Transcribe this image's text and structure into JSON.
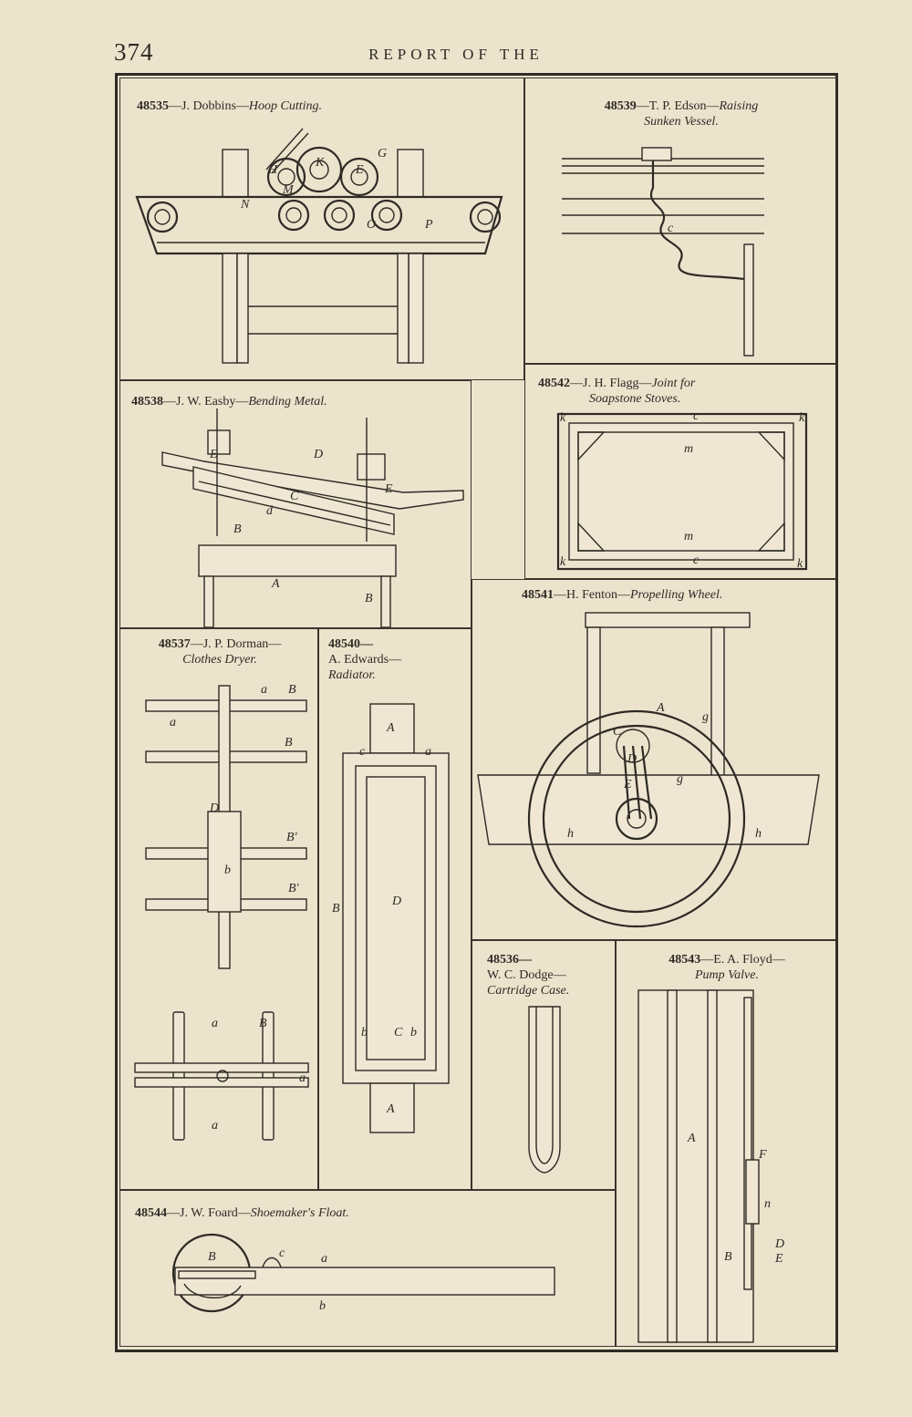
{
  "page": {
    "number": "374",
    "running_head": "REPORT OF THE"
  },
  "figures": [
    {
      "number": "48535",
      "sep": "—",
      "inventor": "J. Dobbins",
      "title": "Hoop Cutting."
    },
    {
      "number": "48539",
      "sep": "—",
      "inventor": "T. P. Edson",
      "title_line1": "Raising",
      "title_line2": "Sunken Vessel."
    },
    {
      "number": "48538",
      "sep": "—",
      "inventor": "J. W. Easby",
      "title": "Bending Metal."
    },
    {
      "number": "48542",
      "sep": "—",
      "inventor": "J. H. Flagg",
      "title_line1": "Joint for",
      "title_line2": "Soapstone Stoves."
    },
    {
      "number": "48541",
      "sep": "—",
      "inventor": "H. Fenton",
      "title": "Propelling Wheel."
    },
    {
      "number": "48537",
      "sep": "—",
      "inventor": "J. P. Dorman—",
      "title": "Clothes Dryer."
    },
    {
      "number": "48540—",
      "inventor": "A. Edwards—",
      "title": "Radiator."
    },
    {
      "number": "48536—",
      "inventor": "W. C. Dodge—",
      "title": "Cartridge Case."
    },
    {
      "number": "48543",
      "sep": "—",
      "inventor": "E. A. Floyd—",
      "title": "Pump Valve."
    },
    {
      "number": "48544",
      "sep": "—",
      "inventor": "J. W. Foard",
      "title": "Shoemaker's Float."
    }
  ],
  "labels": {
    "dobbins": [
      "H",
      "K",
      "E",
      "G",
      "N",
      "M",
      "O",
      "P"
    ],
    "edson": [
      "c"
    ],
    "easby": [
      "d",
      "E",
      "D",
      "C",
      "E",
      "B",
      "A",
      "B"
    ],
    "flagg": [
      "k",
      "c",
      "k",
      "m",
      "m",
      "k",
      "c",
      "k"
    ],
    "fenton": [
      "A",
      "g",
      "C",
      "D",
      "E",
      "g",
      "h",
      "h"
    ],
    "dorman": [
      "a",
      "B",
      "a",
      "B",
      "D",
      "B'",
      "b",
      "B'",
      "B",
      "a",
      "a",
      "a"
    ],
    "edwards": [
      "A",
      "c",
      "a",
      "D",
      "B",
      "C",
      "b",
      "b",
      "A"
    ],
    "floyd": [
      "A",
      "F",
      "n",
      "D",
      "E",
      "B"
    ],
    "foard": [
      "B",
      "c",
      "a",
      "b"
    ]
  }
}
